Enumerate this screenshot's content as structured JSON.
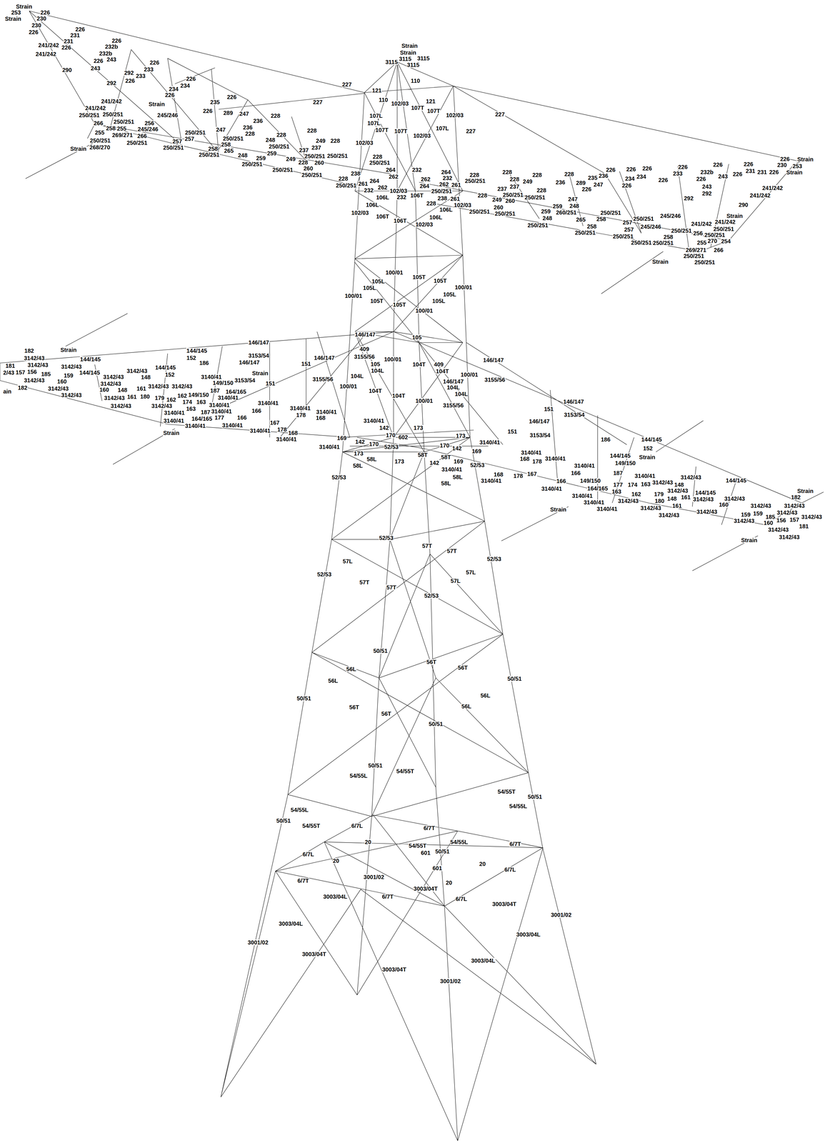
{
  "diagram": {
    "labels": [
      "Strain",
      "253",
      "Strain",
      "226",
      "230",
      "230",
      "226",
      "226",
      "231",
      "231",
      "226",
      "232b",
      "226",
      "241/242",
      "241/242",
      "232b",
      "243",
      "226",
      "243",
      "290",
      "226",
      "233",
      "292",
      "233",
      "226",
      "292",
      "226",
      "234",
      "234",
      "226",
      "226",
      "235",
      "226",
      "289",
      "247",
      "236",
      "228",
      "236",
      "228",
      "228",
      "228",
      "248",
      "228",
      "249",
      "237",
      "250/251",
      "237",
      "250/251",
      "250/251",
      "228",
      "250/251",
      "259",
      "249",
      "228",
      "260",
      "259",
      "Strain",
      "241/242",
      "241/242",
      "250/251",
      "245/246",
      "250/251",
      "250/251",
      "266",
      "258",
      "255",
      "256",
      "255",
      "245/246",
      "269/271",
      "266",
      "250/251",
      "250/251",
      "268/270",
      "Strain",
      "247",
      "250/251",
      "257",
      "250/251",
      "258",
      "257",
      "250/251",
      "258",
      "265",
      "250/251",
      "248",
      "250/251",
      "250/251",
      "260",
      "250/251",
      "228",
      "250/251",
      "227",
      "227",
      "Strain",
      "Strain",
      "3115",
      "3115",
      "3115",
      "3115",
      "110",
      "121",
      "121",
      "110",
      "102/03",
      "107T",
      "107T",
      "107L",
      "102/03",
      "107L",
      "107T",
      "107L",
      "107T",
      "102/03",
      "102/03",
      "227",
      "227",
      "232",
      "264",
      "262",
      "238",
      "261",
      "264",
      "262",
      "232",
      "106L",
      "102/03",
      "232",
      "106T",
      "106L",
      "102/03",
      "106T",
      "106T",
      "106L",
      "102/03",
      "106L",
      "264",
      "232",
      "262",
      "262",
      "250/251",
      "238",
      "261",
      "264",
      "261",
      "228",
      "102/03",
      "228",
      "228",
      "250/251",
      "228",
      "228",
      "237",
      "249",
      "228",
      "228",
      "236",
      "226",
      "236",
      "235",
      "247",
      "289",
      "226",
      "228",
      "237",
      "250/251",
      "249",
      "260",
      "250/251",
      "247",
      "248",
      "259",
      "259",
      "260/251",
      "260",
      "250/251",
      "250/251",
      "248",
      "250/251",
      "265",
      "250/251",
      "258",
      "258",
      "250/251",
      "257",
      "250/251",
      "245/246",
      "250/251",
      "257",
      "226",
      "226",
      "234",
      "234",
      "226",
      "226",
      "233",
      "226",
      "226",
      "232b",
      "226",
      "243",
      "226",
      "226",
      "231",
      "226",
      "230",
      "253",
      "Strain",
      "226",
      "Strain",
      "231",
      "243",
      "292",
      "292",
      "290",
      "241/242",
      "241/242",
      "Strain",
      "241/242",
      "250/251",
      "241/242",
      "245/246",
      "250/251",
      "256",
      "250/251",
      "255",
      "258",
      "250/251",
      "266",
      "269/271",
      "250/251",
      "250/251",
      "Strain",
      "254",
      "270",
      "250/251",
      "100/01",
      "105L",
      "105T",
      "105T",
      "100/01",
      "105L",
      "100/01",
      "105L",
      "105T",
      "105T",
      "100/01",
      "105L",
      "182",
      "Strain",
      "3142/43",
      "3142/43",
      "181",
      "3142/43",
      "144/145",
      "144/145",
      "2/43",
      "157",
      "156",
      "185",
      "159",
      "144/145",
      "3142/43",
      "160",
      "3142/43",
      "144/145",
      "3142/43",
      "148",
      "152",
      "3142/43",
      "160",
      "3142/43",
      "ain",
      "182",
      "3142/43",
      "148",
      "161",
      "3142/43",
      "3142/43",
      "186",
      "152",
      "3140/41",
      "149/150",
      "146/147",
      "146/147",
      "3153/54",
      "Strain",
      "3153/54",
      "151",
      "151",
      "146/147",
      "3155/56",
      "180",
      "162",
      "149/150",
      "187",
      "3140/41",
      "161",
      "3142/43",
      "179",
      "174",
      "163",
      "3140/41",
      "164/165",
      "3142/43",
      "3142/43",
      "162",
      "163",
      "187",
      "3140/41",
      "3140/41",
      "177",
      "164/165",
      "3140/41",
      "3140/41",
      "3140/41",
      "166",
      "166",
      "3140/41",
      "3140/41",
      "3140/41",
      "178",
      "168",
      "167",
      "178",
      "3140/41",
      "168",
      "3140/41",
      "Strain",
      "146/147",
      "409",
      "3155/56",
      "105",
      "105",
      "100/01",
      "104L",
      "104T",
      "409",
      "104T",
      "100/01",
      "146/147",
      "146/147",
      "104L",
      "104L",
      "100/01",
      "104T",
      "104T",
      "104L",
      "3155/56",
      "100/01",
      "3155/56",
      "3140/41",
      "142",
      "173",
      "173",
      "169",
      "170",
      "142",
      "52/53",
      "170",
      "602",
      "170",
      "142",
      "169",
      "3140/41",
      "173",
      "58L",
      "173",
      "58T",
      "58T",
      "142",
      "169",
      "3140/41",
      "52/53",
      "58L",
      "58L",
      "58L",
      "52/53",
      "146/147",
      "151",
      "3153/54",
      "151",
      "3153/54",
      "146/147",
      "3140/41",
      "3140/41",
      "168",
      "178",
      "3140/41",
      "186",
      "144/145",
      "144/145",
      "Strain",
      "149/150",
      "152",
      "3140/41",
      "187",
      "3140/41",
      "168",
      "3140/41",
      "178",
      "167",
      "166",
      "166",
      "149/150",
      "177",
      "174",
      "163",
      "3140/41",
      "164/165",
      "163",
      "3140/41",
      "3140/41",
      "3140/41",
      "3142/43",
      "148",
      "3142/43",
      "3142/43",
      "162",
      "3142/43",
      "179",
      "180",
      "148",
      "161",
      "3142/43",
      "161",
      "144/145",
      "3142/43",
      "3142/43",
      "160",
      "Strain",
      "3142/43",
      "3142/43",
      "3142/43",
      "182",
      "Strain",
      "3142/43",
      "3142/43",
      "159",
      "185",
      "156",
      "157",
      "3142/43",
      "3142/43",
      "159",
      "160",
      "3142/43",
      "181",
      "3142/43",
      "Strain",
      "144/145",
      "52/53",
      "57T",
      "57T",
      "57L",
      "52/53",
      "57T",
      "57T",
      "57L",
      "52/53",
      "57L",
      "52/53",
      "50/51",
      "56T",
      "56T",
      "56L",
      "56L",
      "50/51",
      "50/51",
      "56T",
      "56L",
      "56T",
      "56L",
      "50/51",
      "50/51",
      "54/55T",
      "54/55L",
      "54/55T",
      "50/51",
      "54/55L",
      "54/55L",
      "50/51",
      "54/55T",
      "6/7L",
      "6/7T",
      "20",
      "54/55T",
      "54/55L",
      "6/7T",
      "50/51",
      "601",
      "6/7L",
      "20",
      "20",
      "601",
      "3001/02",
      "6/7L",
      "6/7T",
      "20",
      "3003/04T",
      "3003/04L",
      "6/7T",
      "6/7L",
      "3003/04T",
      "3001/02",
      "3003/04L",
      "3003/04L",
      "3001/02",
      "3003/04T",
      "3003/04L",
      "3003/04T",
      "3001/02"
    ]
  }
}
